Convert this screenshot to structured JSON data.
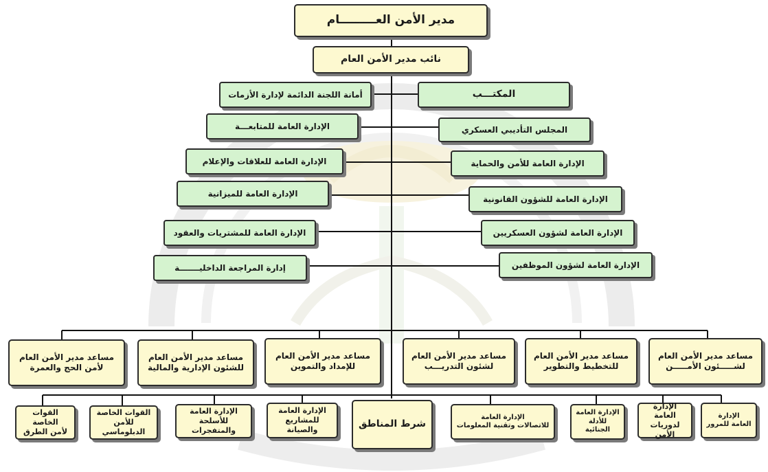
{
  "top": {
    "director": "مدير الأمن العـــــــــام",
    "deputy": "نائب مدير الأمن العام"
  },
  "staff_right": [
    "المكتـــب",
    "المجلس التأديبي العسكري",
    "الإدارة العامة للأمن والحماية",
    "الإدارة العامة للشؤون القانونية",
    "الإدارة العامة لشؤون العسكريين",
    "الإدارة العامة لشؤون الموظفين"
  ],
  "staff_left": [
    "أمانة اللجنة الدائمة لإدارة الأزمات",
    "الإدارة العامة للمتابعـــة",
    "الإدارة العامة للعلاقات والإعلام",
    "الإدارة العامة للميزانية",
    "الإدارة العامة للمشتريات والعقود",
    "إدارة المراجعة الداخليـــــــة"
  ],
  "assistants": [
    "مساعد مدير الأمن العام\nلأمن الحج والعمرة",
    "مساعد مدير الأمن العام\nللشئون الإدارية والمالية",
    "مساعد مدير الأمن العام\nللإمداد والتموين",
    "مساعد مدير الأمن العام\nلشئون التدريـــب",
    "مساعد مدير الأمن العام\nللتخطيط والتطوير",
    "مساعد مدير الأمن العام\nلشـــــئون الأمـــــن"
  ],
  "units": [
    "القوات الخاصة\nلأمن الطرق",
    "القوات الخاصة\nللأمن الدبلوماسي",
    "الإدارة العامة\nللأسلحة والمتفجرات",
    "الإدارة العامة\nللمشاريع والصيانة",
    "شرط المناطق",
    "الإدارة العامة\nللاتصالات وتقنية المعلومات",
    "الإدارة العامة\nللأدلة الجنائية",
    "الإدارة العامة\nلدوريات الأمن",
    "الإدارة\nالعامة للمرور"
  ],
  "colors": {
    "yellow_fill": "#fdf9d0",
    "green_fill": "#d5f3cf",
    "line": "#111111",
    "watermark": "#e9e9e9"
  }
}
